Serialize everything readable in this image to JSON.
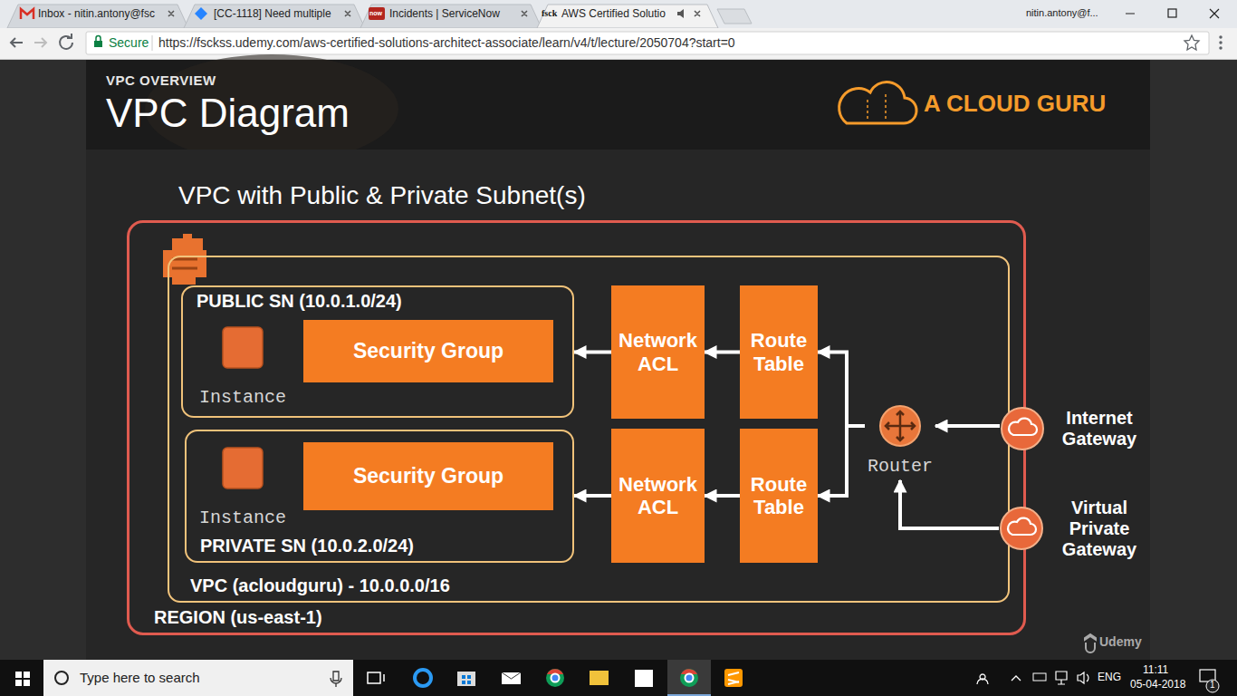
{
  "diagram": {
    "title": "VPC Diagram",
    "nodes": [
      {
        "text": [
          "REGION (us-east-1)"
        ]
      },
      {
        "text": [
          "VPC (acloudguru) - 10.0.0.0/16"
        ],
        "in": 0
      },
      {
        "text": [
          "PUBLIC SN (10.0.1.0/24)"
        ],
        "in": 1
      },
      {
        "text": [
          "Instance"
        ],
        "in": 2
      },
      {
        "text": [
          "Security Group"
        ],
        "in": 2
      },
      {
        "text": [
          "PRIVATE SN (10.0.2.0/24)"
        ],
        "in": 1
      },
      {
        "text": [
          "Instance"
        ],
        "in": 5
      },
      {
        "text": [
          "Security Group"
        ],
        "in": 5
      },
      {
        "text": [
          "Network ACL"
        ],
        "in": 1
      },
      {
        "text": [
          "Route Table"
        ],
        "in": 1
      },
      {
        "text": [
          "Network ACL"
        ],
        "in": 1
      },
      {
        "text": [
          "Route Table"
        ],
        "in": 1
      },
      {
        "text": [
          "Router"
        ],
        "in": 1
      },
      {
        "text": [
          "Internet Gateway"
        ]
      },
      {
        "text": [
          "Virtual Private Gateway"
        ]
      }
    ],
    "edges": [
      {
        "from": 8,
        "to": 2,
        "arrow": "to"
      },
      {
        "from": 9,
        "to": 8,
        "arrow": "to"
      },
      {
        "from": 12,
        "to": 9,
        "arrow": "to"
      },
      {
        "from": 12,
        "to": 11,
        "arrow": "to"
      },
      {
        "from": 11,
        "to": 10,
        "arrow": "to"
      },
      {
        "from": 10,
        "to": 5,
        "arrow": "to"
      },
      {
        "from": 13,
        "to": 12,
        "arrow": "to"
      },
      {
        "from": 14,
        "to": 12,
        "arrow": "to"
      }
    ],
    "labels": [
      "Inbox - nitin.antony@fsc",
      "[CC-1118] Need multiple",
      "now",
      "Incidents | ServiceNow",
      "fsck",
      "AWS Certified Solutio",
      "nitin.antony@f...",
      "Secure",
      "https://fsckss.udemy.com/aws-certified-solutions-architect-associate/learn/v4/t/lecture/2050704?start=0",
      "VPC OVERVIEW",
      "A CLOUD GURU",
      "VPC with Public & Private Subnet(s)",
      "Udemy",
      "Type here to search",
      "ENG",
      "11:11",
      "05-04-2018",
      "1"
    ]
  }
}
